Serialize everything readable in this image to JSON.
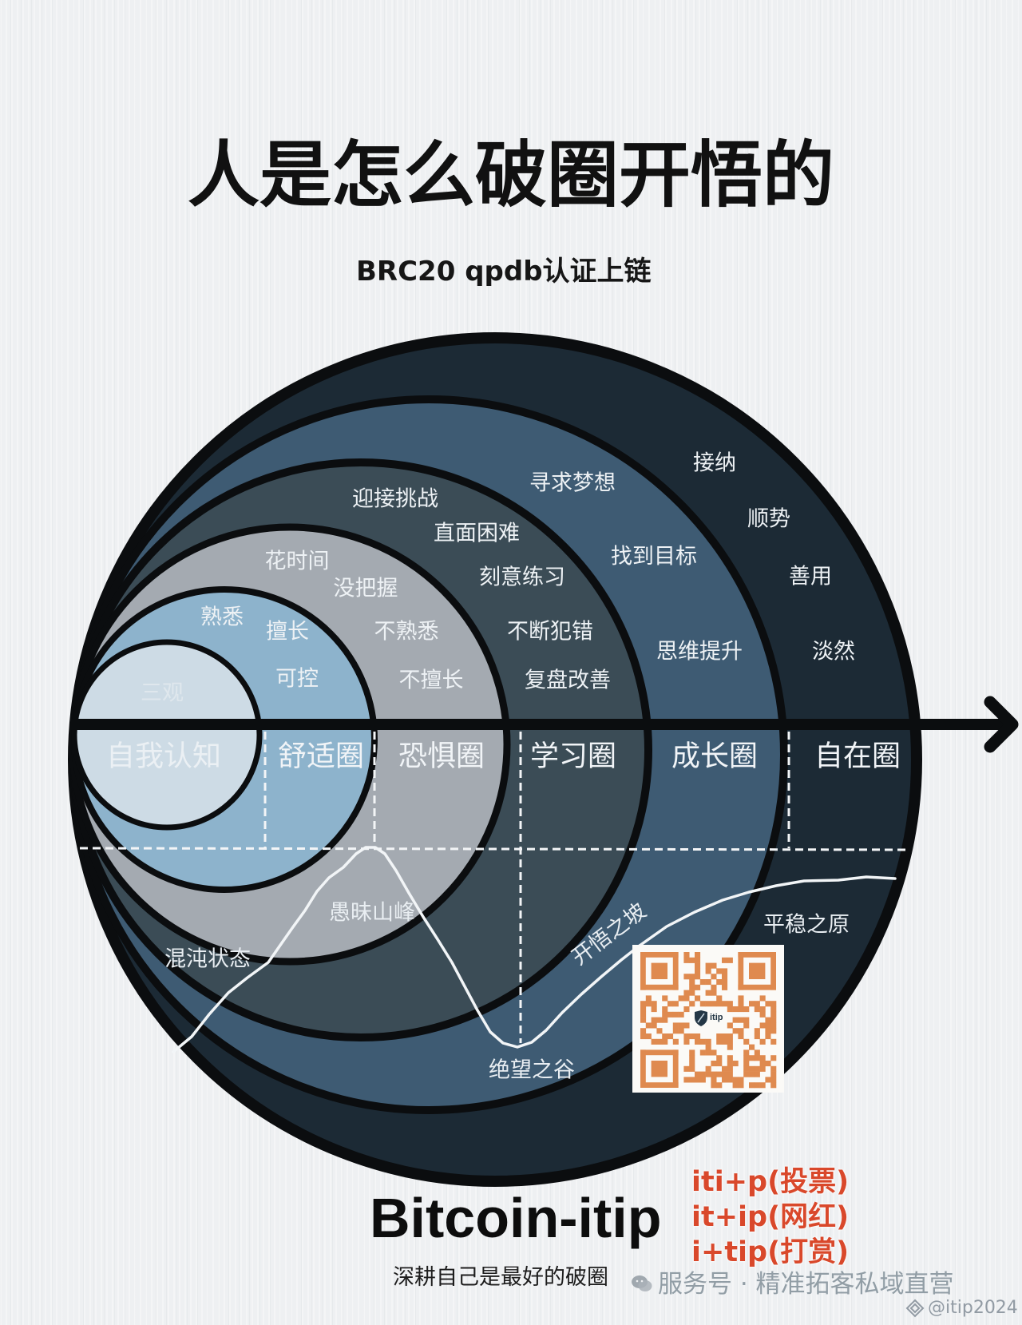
{
  "title": "人是怎么破圈开悟的",
  "subtitle": "BRC20 qpdb认证上链",
  "diagram": {
    "line_color": "#0b0d0f",
    "curve_color": "#f2f5f7",
    "rings": [
      {
        "name": "自我认知",
        "color": "#cddbe5",
        "keywords": [
          "三观"
        ]
      },
      {
        "name": "舒适圈",
        "color": "#8db3cc",
        "keywords": [
          "熟悉",
          "擅长",
          "可控"
        ]
      },
      {
        "name": "恐惧圈",
        "color": "#a4aab1",
        "keywords": [
          "花时间",
          "没把握",
          "不熟悉",
          "不擅长"
        ]
      },
      {
        "name": "学习圈",
        "color": "#3b4c56",
        "keywords": [
          "迎接挑战",
          "直面困难",
          "刻意练习",
          "不断犯错",
          "复盘改善"
        ]
      },
      {
        "name": "成长圈",
        "color": "#3e5b73",
        "keywords": [
          "寻求梦想",
          "找到目标",
          "思维提升"
        ]
      },
      {
        "name": "自在圈",
        "color": "#1c2a35",
        "keywords": [
          "接纳",
          "顺势",
          "善用",
          "淡然"
        ]
      }
    ],
    "curve_labels": {
      "chaos": "混沌状态",
      "peak": "愚昧山峰",
      "valley": "绝望之谷",
      "slope": "开悟之坡",
      "plateau": "平稳之原"
    }
  },
  "qr_code": {
    "module_color": "#df8a4f",
    "background": "#fbfaf7",
    "logo_text": "itip"
  },
  "brand": {
    "name": "Bitcoin-itip",
    "slogan": "深耕自己是最好的破圈"
  },
  "wordplay": {
    "color": "#d9482b",
    "lines": [
      "iti+p(投票)",
      "it+ip(网红)",
      "i+tip(打赏)"
    ]
  },
  "watermarks": {
    "service": "服务号 · 精准拓客私域直营",
    "handle": "@itip2024"
  }
}
